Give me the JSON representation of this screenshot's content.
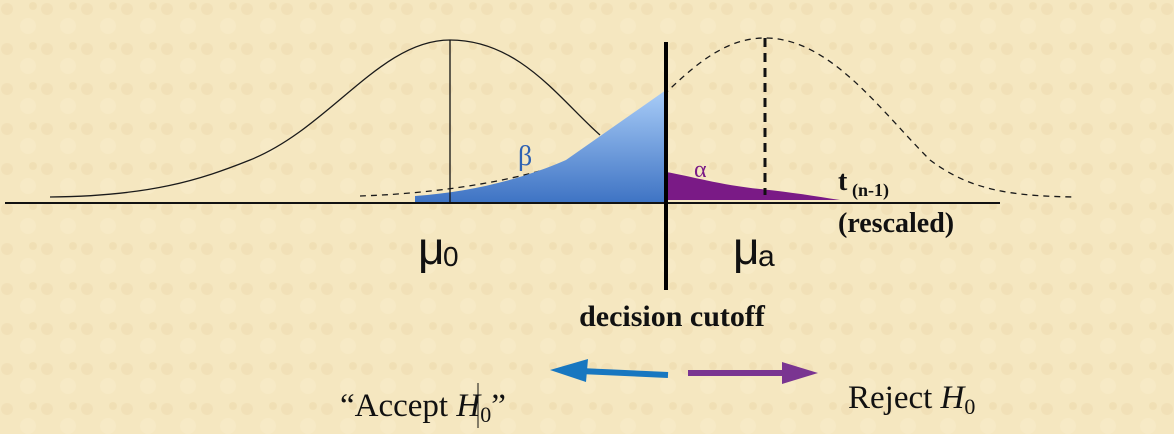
{
  "diagram": {
    "labels": {
      "beta": "β",
      "alpha": "α",
      "mu0_symbol": "μ",
      "mu0_subscript": "0",
      "mua_symbol": "μ",
      "mua_subscript": "a",
      "t_label": "t",
      "t_subscript": "(n-1)",
      "rescaled": "(rescaled)",
      "cutoff": "decision cutoff",
      "accept_prefix": "“Accept ",
      "accept_h": "H",
      "accept_sub": "0",
      "accept_suffix": "”",
      "reject_prefix": "Reject ",
      "reject_h": "H",
      "reject_sub": "0"
    },
    "colors": {
      "background": "#f5e7c0",
      "beta_fill_top": "#9cc2f5",
      "beta_fill_bottom": "#4a7fcc",
      "beta_label": "#2f62b3",
      "alpha_fill": "#7a1a86",
      "alpha_label": "#7a1a86",
      "left_arrow": "#1877c0",
      "right_arrow": "#7a3591",
      "ink": "#111111"
    }
  }
}
